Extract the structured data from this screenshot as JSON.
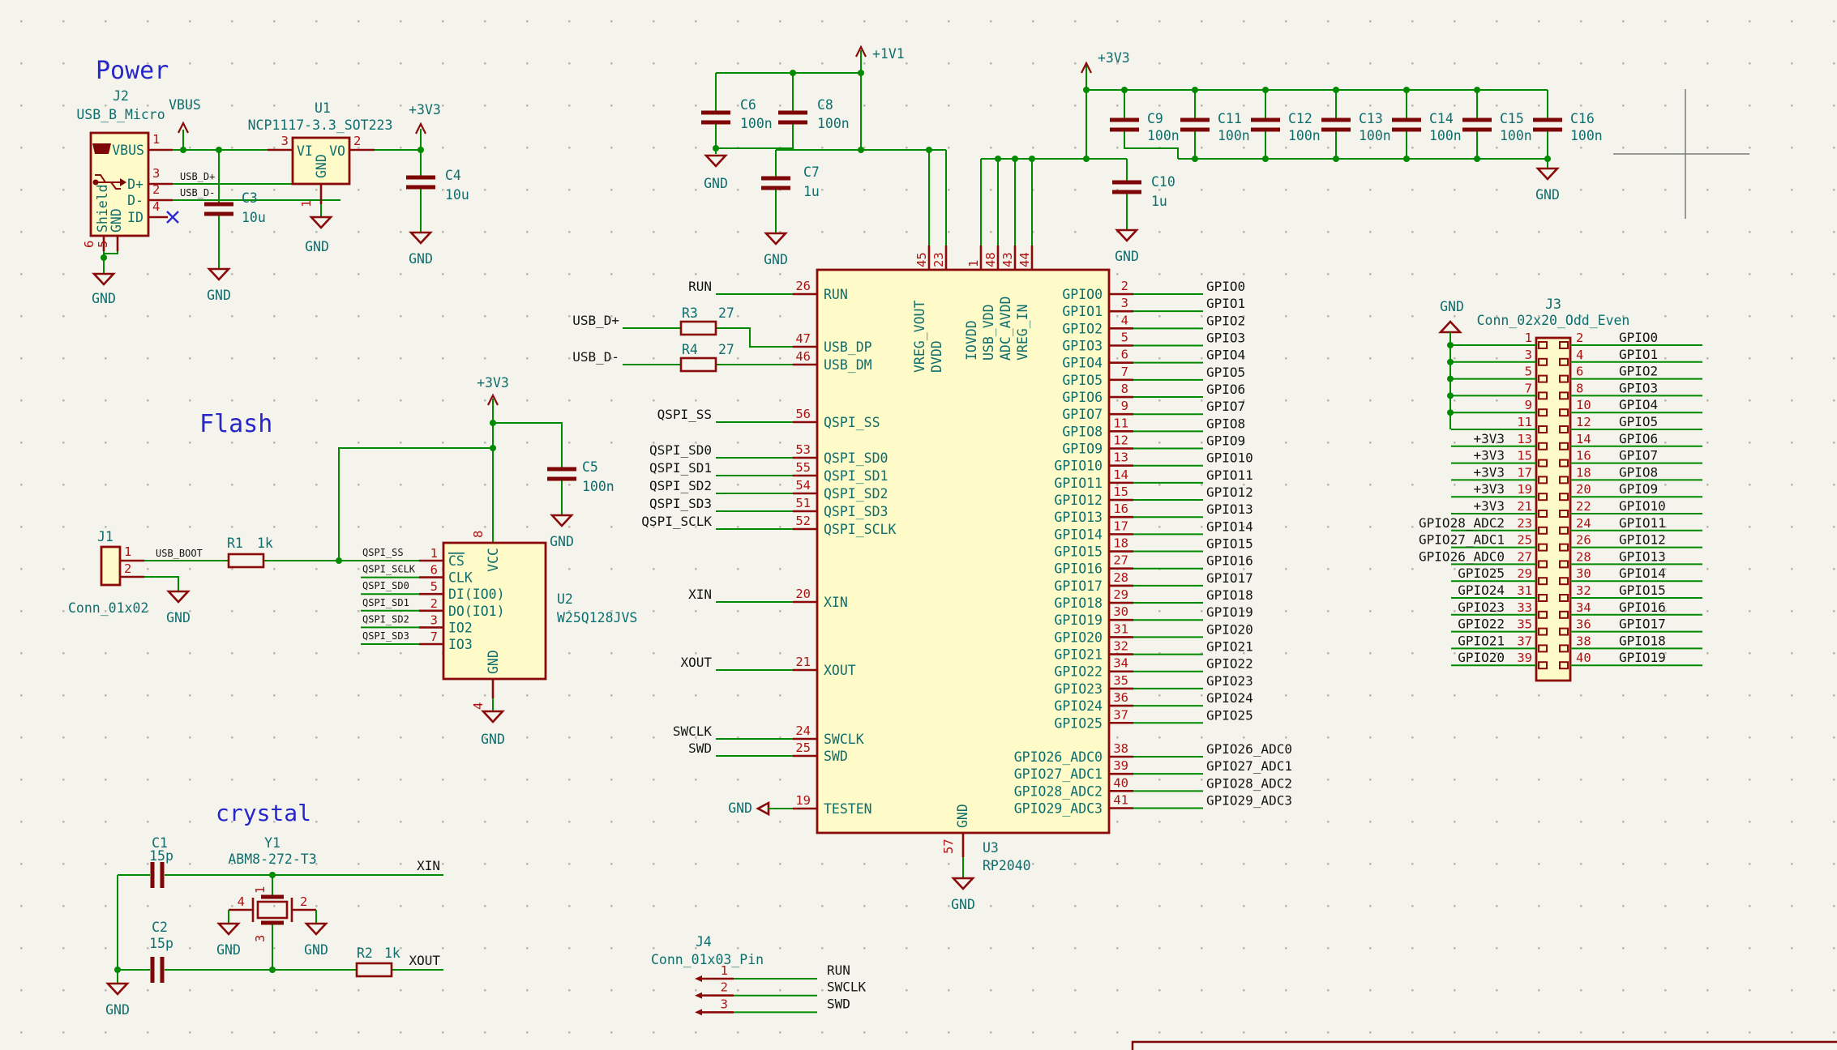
{
  "titles": {
    "power": "Power",
    "flash": "Flash",
    "crystal": "crystal"
  },
  "nets": {
    "gnd": "GND",
    "p3v3": "+3V3",
    "p1v1": "+1V1",
    "vbus": "VBUS",
    "run": "RUN",
    "swclk": "SWCLK",
    "swd": "SWD",
    "xin": "XIN",
    "xout": "XOUT",
    "usb_dp": "USB_D+",
    "usb_dm": "USB_D-",
    "usb_boot": "USB_BOOT",
    "qspi_ss": "QSPI_SS",
    "qspi_sclk": "QSPI_SCLK",
    "qspi_sd0": "QSPI_SD0",
    "qspi_sd1": "QSPI_SD1",
    "qspi_sd2": "QSPI_SD2",
    "qspi_sd3": "QSPI_SD3"
  },
  "power": {
    "j2": {
      "ref": "J2",
      "value": "USB_B_Micro",
      "vbus": "VBUS",
      "dp": "D+",
      "dm": "D-",
      "id": "ID",
      "shield": "Shield",
      "gnd": "GND",
      "n1": "1",
      "n2": "2",
      "n3": "3",
      "n4": "4",
      "n5": "5",
      "n6": "6"
    },
    "c3": {
      "ref": "C3",
      "value": "10u"
    },
    "c4": {
      "ref": "C4",
      "value": "10u"
    },
    "u1": {
      "ref": "U1",
      "value": "NCP1117-3.3_SOT223",
      "vi": "VI",
      "vo": "VO",
      "gnd": "GND",
      "n1": "1",
      "n2": "2",
      "n3": "3"
    }
  },
  "decoupling": {
    "c6": {
      "ref": "C6",
      "value": "100n"
    },
    "c8": {
      "ref": "C8",
      "value": "100n"
    },
    "c7": {
      "ref": "C7",
      "value": "1u"
    },
    "c10": {
      "ref": "C10",
      "value": "1u"
    },
    "bank": [
      {
        "ref": "C9",
        "value": "100n"
      },
      {
        "ref": "C11",
        "value": "100n"
      },
      {
        "ref": "C12",
        "value": "100n"
      },
      {
        "ref": "C13",
        "value": "100n"
      },
      {
        "ref": "C14",
        "value": "100n"
      },
      {
        "ref": "C15",
        "value": "100n"
      },
      {
        "ref": "C16",
        "value": "100n"
      }
    ]
  },
  "flash": {
    "j1": {
      "ref": "J1",
      "value": "Conn_01x02",
      "n1": "1",
      "n2": "2"
    },
    "r1": {
      "ref": "R1",
      "value": "1k"
    },
    "c5": {
      "ref": "C5",
      "value": "100n"
    },
    "u2": {
      "ref": "U2",
      "value": "W25Q128JVS",
      "vcc": "VCC",
      "gnd": "GND",
      "n8": "8",
      "n4": "4",
      "pins": [
        {
          "num": "1",
          "name": "CS",
          "net": "QSPI_SS",
          "dec": "overline"
        },
        {
          "num": "6",
          "name": "CLK",
          "net": "QSPI_SCLK"
        },
        {
          "num": "5",
          "name": "DI(IO0)",
          "net": "QSPI_SD0"
        },
        {
          "num": "2",
          "name": "DO(IO1)",
          "net": "QSPI_SD1"
        },
        {
          "num": "3",
          "name": "IO2",
          "net": "QSPI_SD2"
        },
        {
          "num": "7",
          "name": "IO3",
          "net": "QSPI_SD3"
        }
      ]
    }
  },
  "crystal": {
    "y1": {
      "ref": "Y1",
      "value": "ABM8-272-T3",
      "n1": "1",
      "n2": "2",
      "n3": "3",
      "n4": "4"
    },
    "c1": {
      "ref": "C1",
      "value": "15p"
    },
    "c2": {
      "ref": "C2",
      "value": "15p"
    },
    "r2": {
      "ref": "R2",
      "value": "1k"
    }
  },
  "u3": {
    "ref": "U3",
    "value": "RP2040",
    "gnd_name": "GND",
    "n57": "57",
    "top_a": [
      {
        "num": "45",
        "name": "VREG_VOUT"
      },
      {
        "num": "23",
        "name": "DVDD"
      }
    ],
    "top_b": [
      {
        "num": "1",
        "name": "IOVDD"
      },
      {
        "num": "48",
        "name": "USB_VDD"
      },
      {
        "num": "43",
        "name": "ADC_AVDD"
      },
      {
        "num": "44",
        "name": "VREG_IN"
      }
    ],
    "run": {
      "num": "26",
      "name": "RUN"
    },
    "usb_dp": {
      "num": "47",
      "name": "USB_DP"
    },
    "usb_dm": {
      "num": "46",
      "name": "USB_DM"
    },
    "r3": {
      "ref": "R3",
      "value": "27"
    },
    "r4": {
      "ref": "R4",
      "value": "27"
    },
    "qspi_ss": {
      "num": "56",
      "name": "QSPI_SS"
    },
    "qspi": [
      {
        "num": "53",
        "name": "QSPI_SD0"
      },
      {
        "num": "55",
        "name": "QSPI_SD1"
      },
      {
        "num": "54",
        "name": "QSPI_SD2"
      },
      {
        "num": "51",
        "name": "QSPI_SD3"
      },
      {
        "num": "52",
        "name": "QSPI_SCLK"
      }
    ],
    "xin": {
      "num": "20",
      "name": "XIN"
    },
    "xout": {
      "num": "21",
      "name": "XOUT"
    },
    "swclk": {
      "num": "24",
      "name": "SWCLK"
    },
    "swd": {
      "num": "25",
      "name": "SWD"
    },
    "testen": {
      "num": "19",
      "name": "TESTEN"
    },
    "right": [
      {
        "num": "2",
        "name": "GPIO0"
      },
      {
        "num": "3",
        "name": "GPIO1"
      },
      {
        "num": "4",
        "name": "GPIO2"
      },
      {
        "num": "5",
        "name": "GPIO3"
      },
      {
        "num": "6",
        "name": "GPIO4"
      },
      {
        "num": "7",
        "name": "GPIO5"
      },
      {
        "num": "8",
        "name": "GPIO6"
      },
      {
        "num": "9",
        "name": "GPIO7"
      },
      {
        "num": "11",
        "name": "GPIO8"
      },
      {
        "num": "12",
        "name": "GPIO9"
      },
      {
        "num": "13",
        "name": "GPIO10"
      },
      {
        "num": "14",
        "name": "GPIO11"
      },
      {
        "num": "15",
        "name": "GPIO12"
      },
      {
        "num": "16",
        "name": "GPIO13"
      },
      {
        "num": "17",
        "name": "GPIO14"
      },
      {
        "num": "18",
        "name": "GPIO15"
      },
      {
        "num": "27",
        "name": "GPIO16"
      },
      {
        "num": "28",
        "name": "GPIO17"
      },
      {
        "num": "29",
        "name": "GPIO18"
      },
      {
        "num": "30",
        "name": "GPIO19"
      },
      {
        "num": "31",
        "name": "GPIO20"
      },
      {
        "num": "32",
        "name": "GPIO21"
      },
      {
        "num": "34",
        "name": "GPIO22"
      },
      {
        "num": "35",
        "name": "GPIO23"
      },
      {
        "num": "36",
        "name": "GPIO24"
      },
      {
        "num": "37",
        "name": "GPIO25"
      }
    ],
    "adc": [
      {
        "num": "38",
        "name": "GPIO26_ADC0"
      },
      {
        "num": "39",
        "name": "GPIO27_ADC1"
      },
      {
        "num": "40",
        "name": "GPIO28_ADC2"
      },
      {
        "num": "41",
        "name": "GPIO29_ADC3"
      }
    ]
  },
  "j3": {
    "ref": "J3",
    "value": "Conn_02x20_Odd_Even",
    "gnd": "GND",
    "rows": [
      {
        "o": "1",
        "l": "",
        "e": "2",
        "r": "GPIO0",
        "fs": "16"
      },
      {
        "o": "3",
        "l": "",
        "e": "4",
        "r": "GPIO1",
        "fs": "16"
      },
      {
        "o": "5",
        "l": "",
        "e": "6",
        "r": "GPIO2",
        "fs": "16"
      },
      {
        "o": "7",
        "l": "",
        "e": "8",
        "r": "GPIO3",
        "fs": "16"
      },
      {
        "o": "9",
        "l": "",
        "e": "10",
        "r": "GPIO4",
        "fs": "16"
      },
      {
        "o": "11",
        "l": "",
        "e": "12",
        "r": "GPIO5",
        "fs": "16"
      },
      {
        "o": "13",
        "l": "+3V3",
        "e": "14",
        "r": "GPIO6",
        "fs": "16"
      },
      {
        "o": "15",
        "l": "+3V3",
        "e": "16",
        "r": "GPIO7",
        "fs": "16"
      },
      {
        "o": "17",
        "l": "+3V3",
        "e": "18",
        "r": "GPIO8",
        "fs": "16"
      },
      {
        "o": "19",
        "l": "+3V3",
        "e": "20",
        "r": "GPIO9",
        "fs": "12.5"
      },
      {
        "o": "21",
        "l": "+3V3",
        "e": "22",
        "r": "GPIO10",
        "fs": "12.5"
      },
      {
        "o": "23",
        "l": "GPIO28_ADC2",
        "e": "24",
        "r": "GPIO11",
        "fs": "12.5"
      },
      {
        "o": "25",
        "l": "GPIO27_ADC1",
        "e": "26",
        "r": "GPIO12",
        "fs": "12.5"
      },
      {
        "o": "27",
        "l": "GPIO26_ADC0",
        "e": "28",
        "r": "GPIO13",
        "fs": "12.5"
      },
      {
        "o": "29",
        "l": "GPIO25",
        "e": "30",
        "r": "GPIO14",
        "fs": "16"
      },
      {
        "o": "31",
        "l": "GPIO24",
        "e": "32",
        "r": "GPIO15",
        "fs": "16"
      },
      {
        "o": "33",
        "l": "GPIO23",
        "e": "34",
        "r": "GPIO16",
        "fs": "16"
      },
      {
        "o": "35",
        "l": "GPIO22",
        "e": "36",
        "r": "GPIO17",
        "fs": "16"
      },
      {
        "o": "37",
        "l": "GPIO21",
        "e": "38",
        "r": "GPIO18",
        "fs": "16"
      },
      {
        "o": "39",
        "l": "GPIO20",
        "e": "40",
        "r": "GPIO19",
        "fs": "16"
      }
    ]
  },
  "j4": {
    "ref": "J4",
    "value": "Conn_01x03_Pin",
    "rows": [
      {
        "num": "1",
        "net": "RUN"
      },
      {
        "num": "2",
        "net": "SWCLK"
      },
      {
        "num": "3",
        "net": "SWD"
      }
    ]
  }
}
